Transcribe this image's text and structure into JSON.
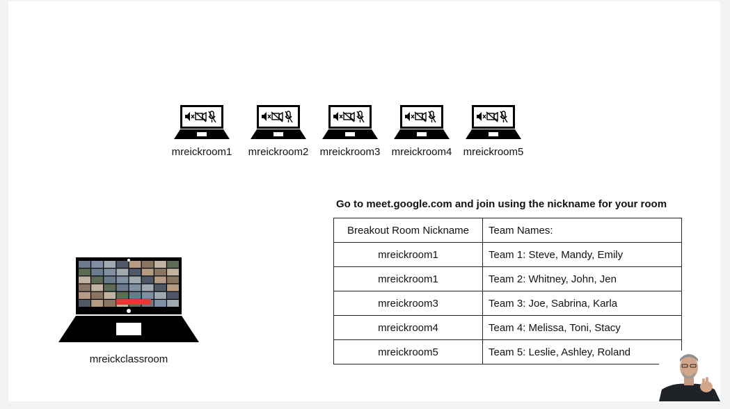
{
  "rooms": [
    {
      "label": "mreickroom1"
    },
    {
      "label": "mreickroom2"
    },
    {
      "label": "mreickroom3"
    },
    {
      "label": "mreickroom4"
    },
    {
      "label": "mreickroom5"
    }
  ],
  "classroom": {
    "label": "mreickclassroom"
  },
  "instruction": "Go to meet.google.com and join using the nickname for your room",
  "table": {
    "headers": [
      "Breakout Room Nickname",
      "Team Names:"
    ],
    "rows": [
      [
        "mreickroom1",
        "Team 1: Steve, Mandy, Emily"
      ],
      [
        "mreickroom1",
        "Team 2: Whitney, John, Jen"
      ],
      [
        "mreickroom3",
        "Team 3: Joe, Sabrina, Karla"
      ],
      [
        "mreickroom4",
        "Team 4: Melissa, Toni, Stacy"
      ],
      [
        "mreickroom5",
        "Team 5: Leslie, Ashley, Roland"
      ]
    ]
  },
  "colors": {
    "ink": "#000000",
    "meeting_bar": "#e53935"
  },
  "icons": [
    "laptop-icon",
    "speaker-muted-icon",
    "camera-off-icon",
    "mic-off-icon",
    "video-grid-icon"
  ]
}
